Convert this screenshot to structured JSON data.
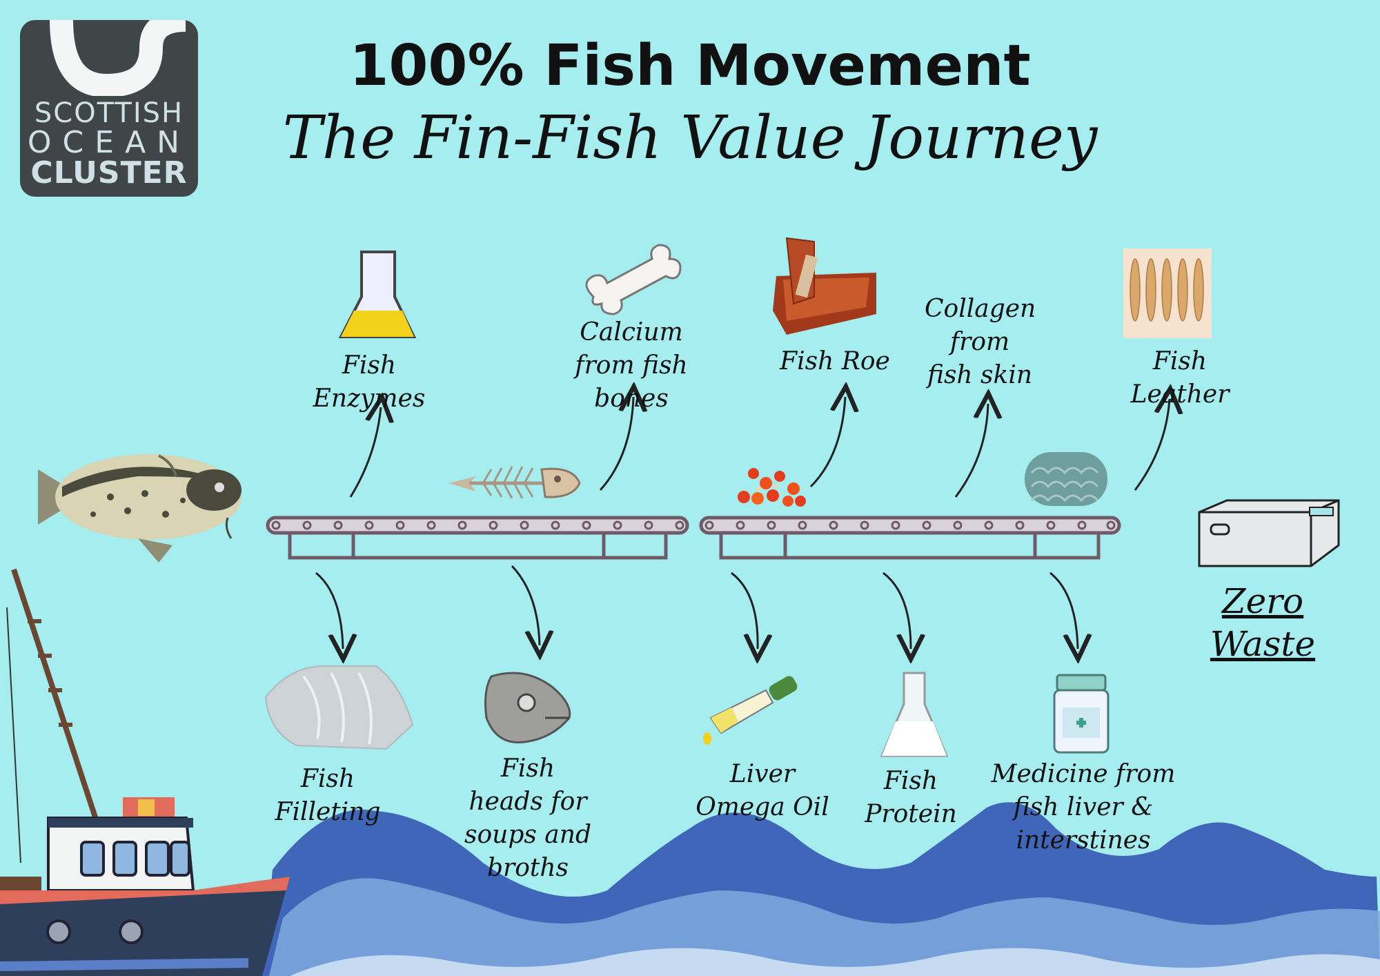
{
  "logo": {
    "line1": "SCOTTISH",
    "line2": "OCEAN",
    "line3": "CLUSTER"
  },
  "title": "100% Fish Movement",
  "subtitle": "The Fin-Fish Value Journey",
  "top_outputs": [
    {
      "label": "Fish Enzymes"
    },
    {
      "label": "Calcium from fish bones"
    },
    {
      "label": "Fish Roe"
    },
    {
      "label": "Collagen from fish skin"
    },
    {
      "label": "Fish Leather"
    }
  ],
  "bottom_outputs": [
    {
      "label": "Fish Filleting"
    },
    {
      "label": "Fish heads for soups and broths"
    },
    {
      "label": "Liver Omega Oil"
    },
    {
      "label": "Fish Protein"
    },
    {
      "label": "Medicine from fish liver & interstines"
    }
  ],
  "end": {
    "label": "Zero Waste"
  },
  "colors": {
    "background": "#a6edf0",
    "conveyor": "#6e5a68",
    "wave": "#3f66b8",
    "logo_bg": "#404547"
  }
}
